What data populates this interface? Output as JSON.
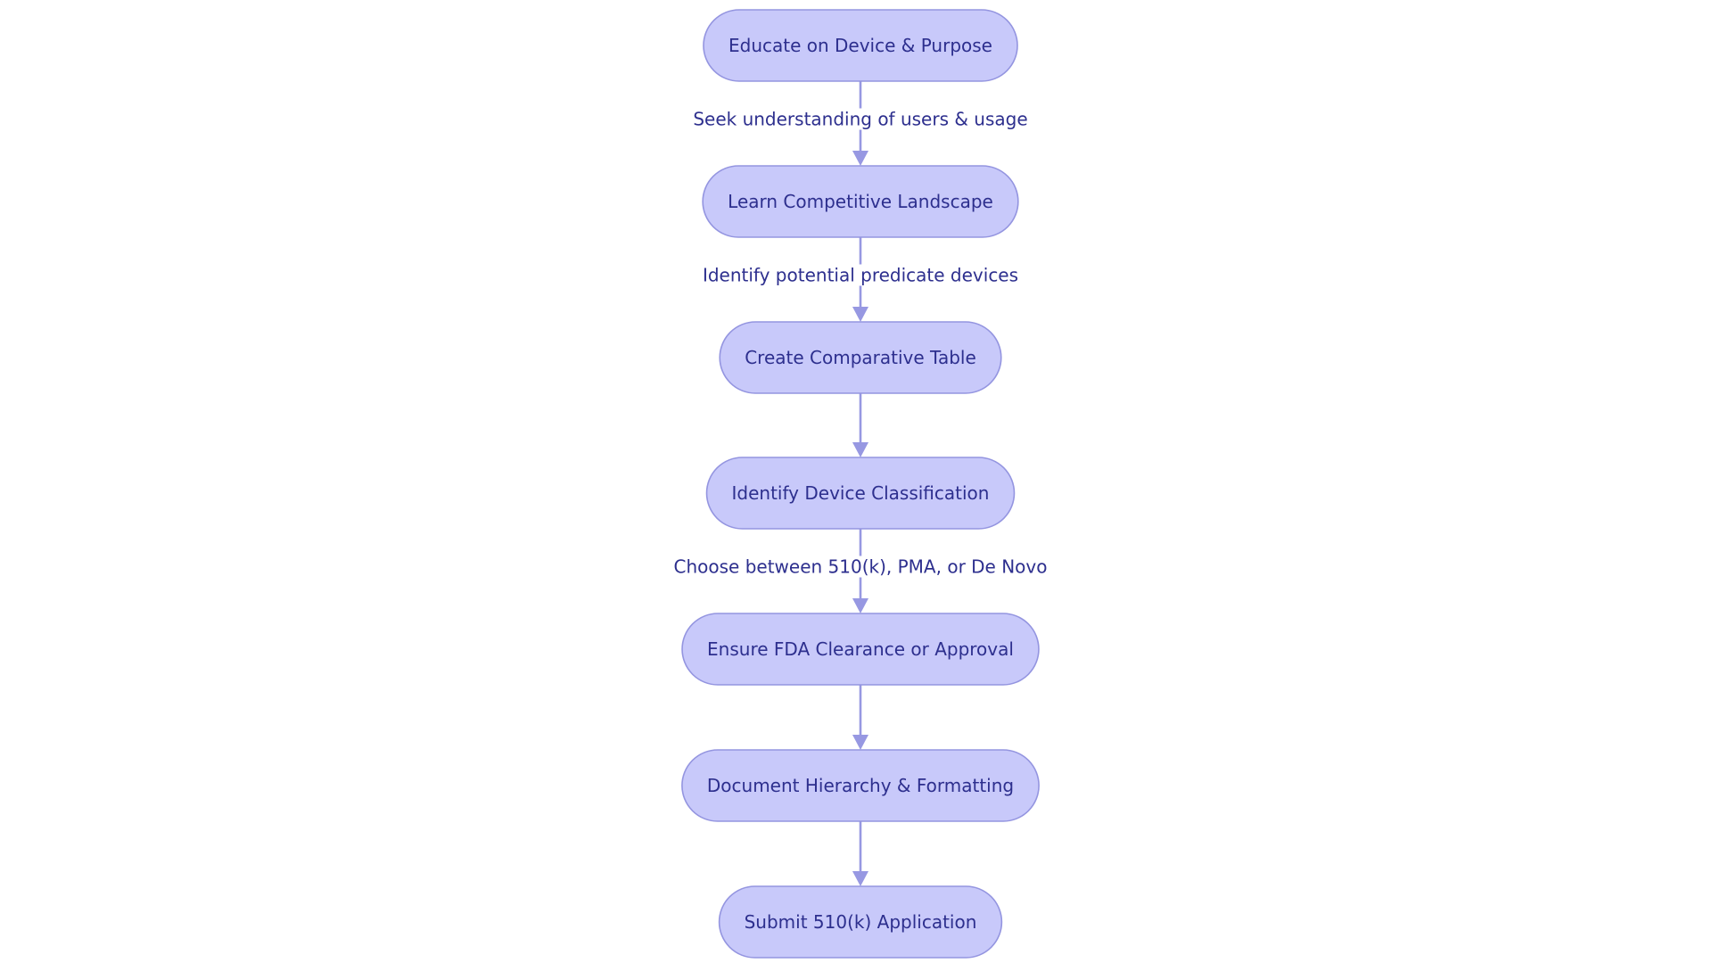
{
  "diagram": {
    "colors": {
      "node_fill": "#c8c9fa",
      "node_border": "#9495e0",
      "text": "#2d2f8e",
      "edge": "#9798e2"
    },
    "nodes": [
      {
        "id": "educate",
        "label": "Educate on Device & Purpose"
      },
      {
        "id": "learn",
        "label": "Learn Competitive Landscape"
      },
      {
        "id": "create",
        "label": "Create Comparative Table"
      },
      {
        "id": "identify",
        "label": "Identify Device Classification"
      },
      {
        "id": "ensure",
        "label": "Ensure FDA Clearance or Approval"
      },
      {
        "id": "document",
        "label": "Document Hierarchy & Formatting"
      },
      {
        "id": "submit",
        "label": "Submit 510(k) Application"
      }
    ],
    "edges": [
      {
        "from": "educate",
        "to": "learn",
        "label": "Seek understanding of users & usage"
      },
      {
        "from": "learn",
        "to": "create",
        "label": "Identify potential predicate devices"
      },
      {
        "from": "create",
        "to": "identify",
        "label": ""
      },
      {
        "from": "identify",
        "to": "ensure",
        "label": "Choose between 510(k), PMA, or De Novo"
      },
      {
        "from": "ensure",
        "to": "document",
        "label": ""
      },
      {
        "from": "document",
        "to": "submit",
        "label": ""
      }
    ]
  }
}
